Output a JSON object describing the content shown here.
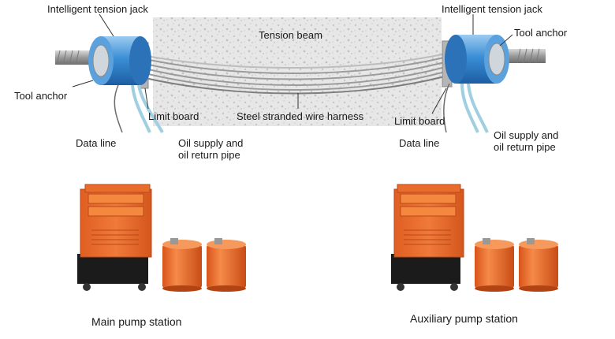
{
  "labels": {
    "jack_left": "Intelligent tension jack",
    "jack_right": "Intelligent tension jack",
    "tension_beam": "Tension  beam",
    "tool_anchor_left": "Tool anchor",
    "tool_anchor_right": "Tool anchor",
    "limit_board_left": "Limit board",
    "limit_board_right": "Limit board",
    "strand_harness": "Steel stranded wire harness",
    "data_line_left": "Data line",
    "data_line_right": "Data line",
    "oil_pipe_left": "Oil supply and\noil return pipe",
    "oil_pipe_right": "Oil supply and\noil return pipe"
  },
  "stations": {
    "main": "Main pump station",
    "auxiliary": "Auxiliary pump station"
  },
  "colors": {
    "pump_orange": "#e8682a",
    "jack_blue": "#3b8fd6",
    "beam_gray": "#e6e6e6"
  }
}
